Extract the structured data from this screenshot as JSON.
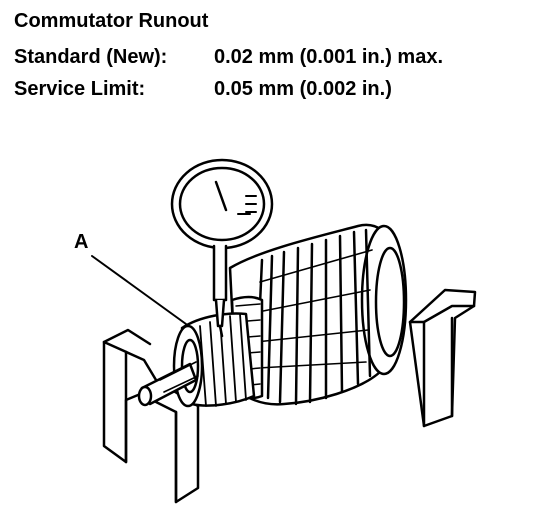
{
  "spec": {
    "title": "Commutator Runout",
    "standard_label": "Standard (New):",
    "standard_value": "0.02 mm (0.001 in.) max.",
    "service_label": "Service Limit:",
    "service_value": "0.05 mm (0.002 in.)"
  },
  "figure": {
    "callout_a": "A",
    "icons": [
      "dial-indicator-icon",
      "v-block-icon",
      "armature-icon",
      "commutator-icon",
      "shaft-icon"
    ]
  }
}
